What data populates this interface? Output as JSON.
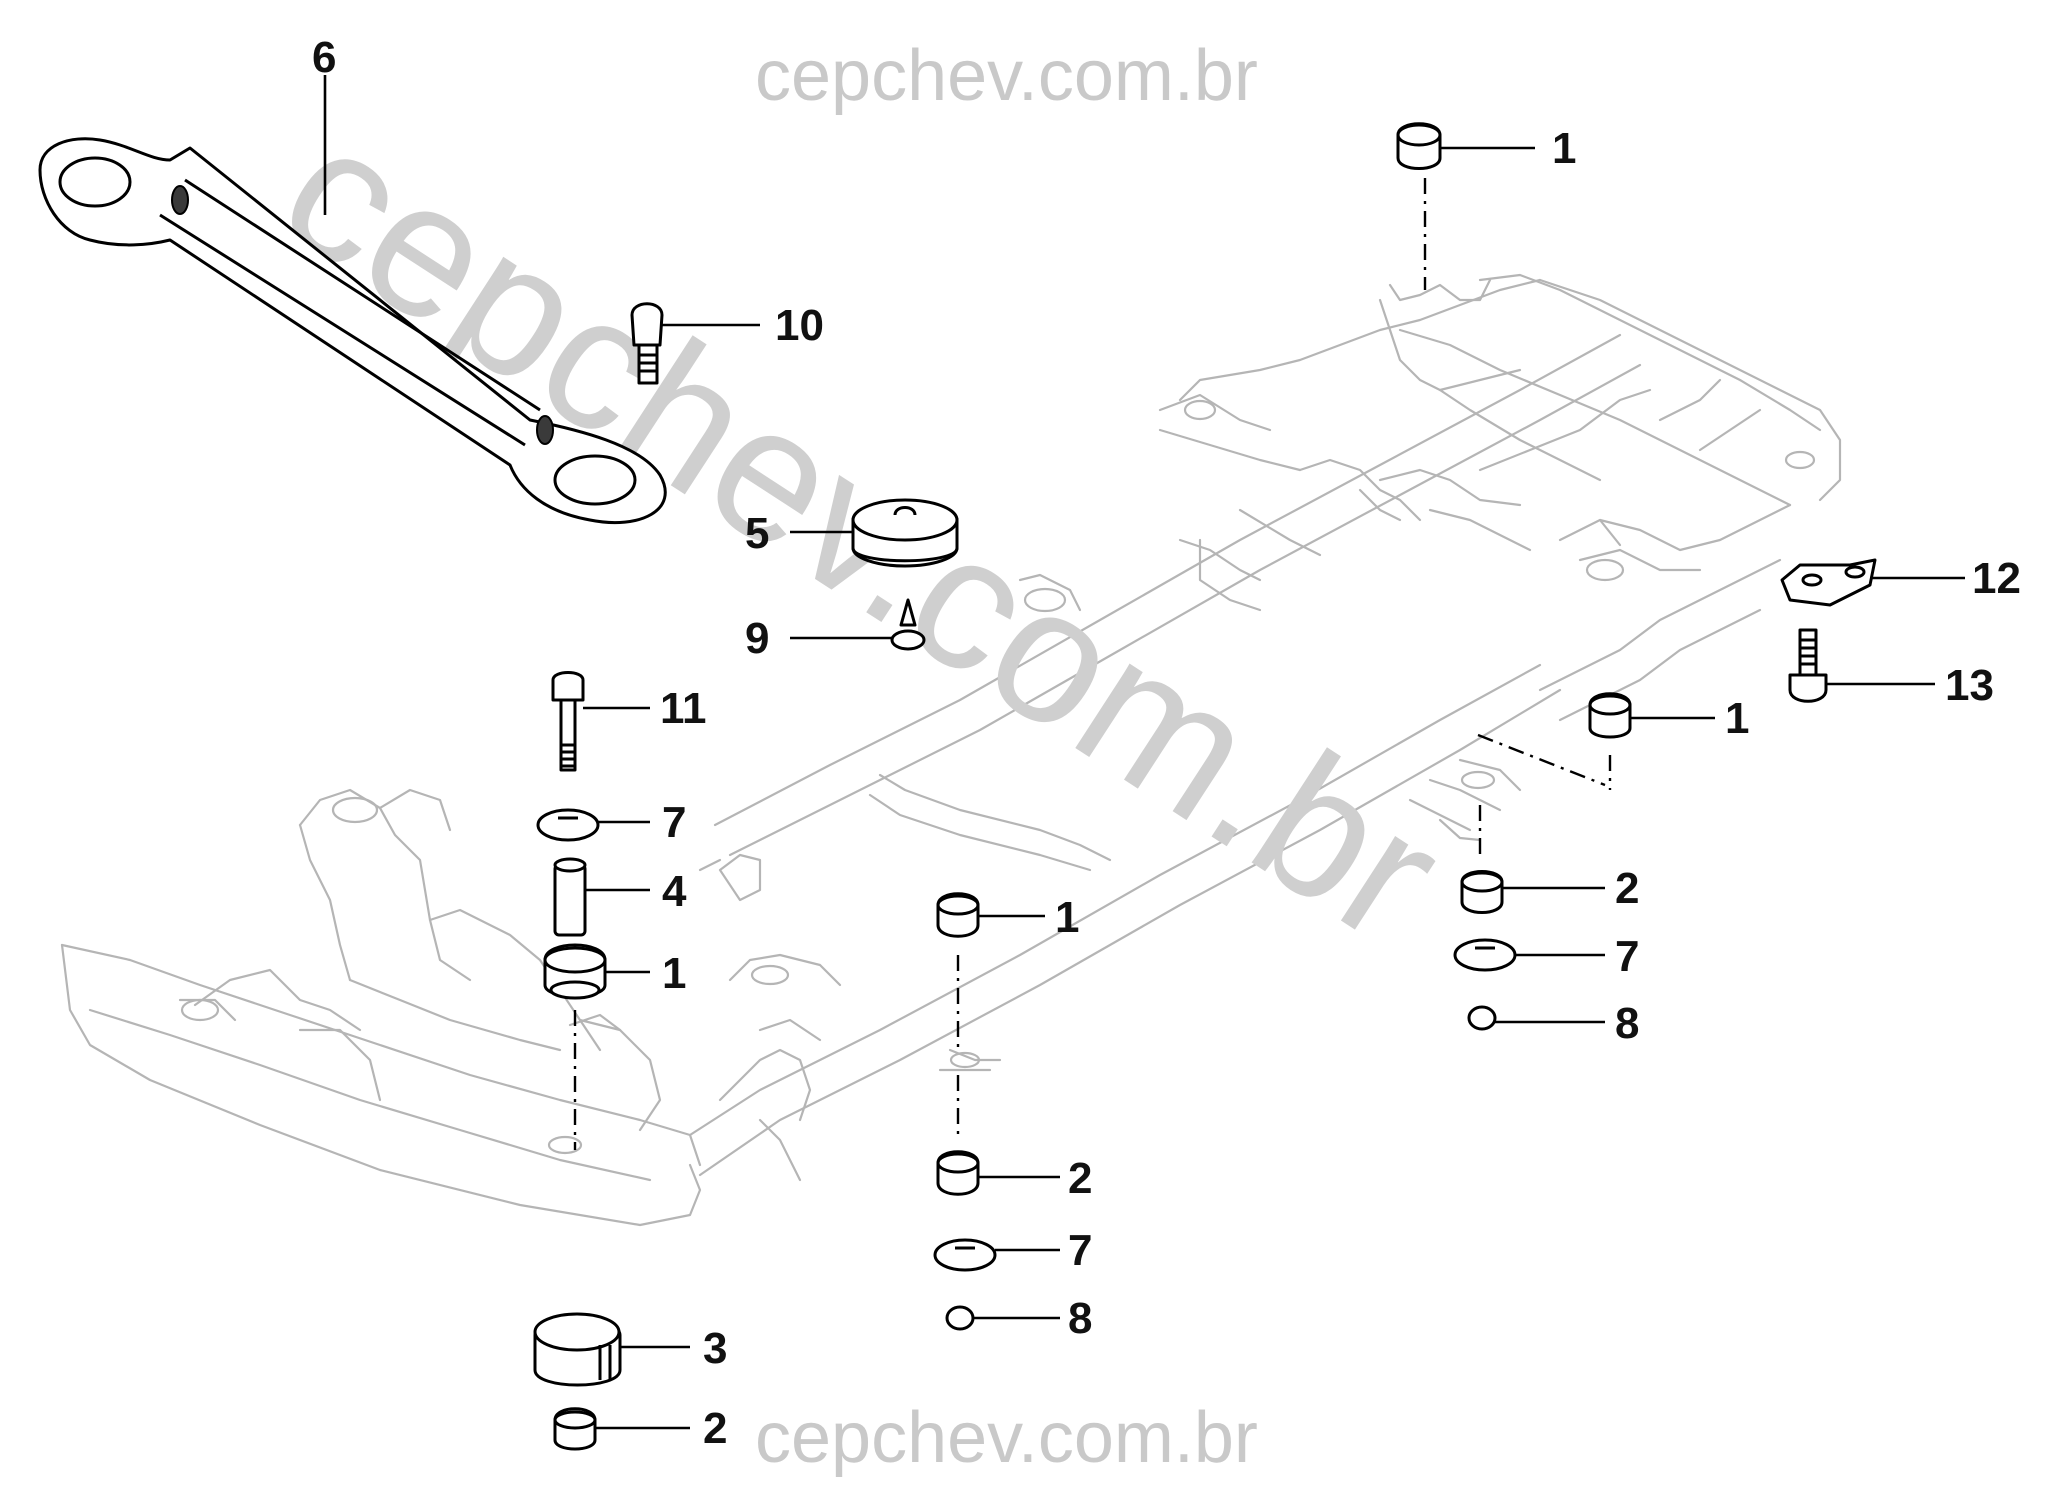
{
  "watermark": {
    "top": "cepchev.com.br",
    "bottom": "cepchev.com.br",
    "diagonal": "cepchev.com.br"
  },
  "callouts": [
    {
      "id": "c6",
      "label": "6"
    },
    {
      "id": "c1a",
      "label": "1"
    },
    {
      "id": "c10",
      "label": "10"
    },
    {
      "id": "c5",
      "label": "5"
    },
    {
      "id": "c9",
      "label": "9"
    },
    {
      "id": "c12",
      "label": "12"
    },
    {
      "id": "c13",
      "label": "13"
    },
    {
      "id": "c11",
      "label": "11"
    },
    {
      "id": "c1b",
      "label": "1"
    },
    {
      "id": "c7a",
      "label": "7"
    },
    {
      "id": "c4",
      "label": "4"
    },
    {
      "id": "c1c",
      "label": "1"
    },
    {
      "id": "c1d",
      "label": "1"
    },
    {
      "id": "c2a",
      "label": "2"
    },
    {
      "id": "c7b",
      "label": "7"
    },
    {
      "id": "c8a",
      "label": "8"
    },
    {
      "id": "c2b",
      "label": "2"
    },
    {
      "id": "c7c",
      "label": "7"
    },
    {
      "id": "c8b",
      "label": "8"
    },
    {
      "id": "c3",
      "label": "3"
    },
    {
      "id": "c2c",
      "label": "2"
    }
  ]
}
